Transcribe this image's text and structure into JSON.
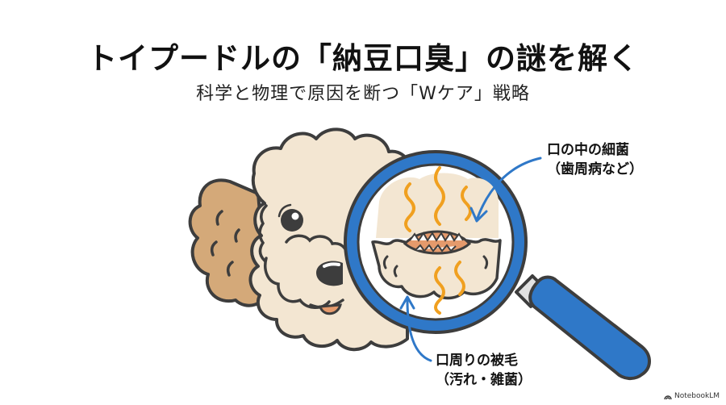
{
  "header": {
    "title": "トイプードルの「納豆口臭」の謎を解く",
    "subtitle": "科学と物理で原因を断つ「Wケア」戦略"
  },
  "illustration": {
    "subject": "toy-poodle-face",
    "tool": "magnifying-glass",
    "colors": {
      "fur": "#f3e6d2",
      "ear": "#d4a979",
      "outline": "#3d3d3d",
      "lens_ring": "#2f78c8",
      "odor_wave": "#f0a020",
      "tongue": "#e59a6c",
      "arrow": "#2f78c8"
    }
  },
  "callouts": {
    "mouth_bacteria": {
      "line1": "口の中の細菌",
      "line2": "（歯周病など）"
    },
    "mouth_fur": {
      "line1": "口周りの被毛",
      "line2": "（汚れ・雑菌）"
    }
  },
  "footer": {
    "brand": "NotebookLM"
  }
}
